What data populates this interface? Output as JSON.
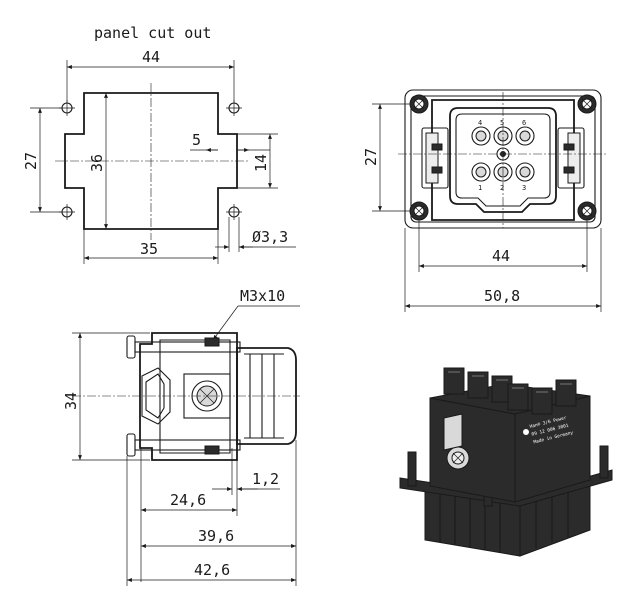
{
  "title": "panel cut out",
  "cutout": {
    "width": "44",
    "height_outer": "27",
    "height_inner": "36",
    "offset": "5",
    "slot": "14",
    "bottom": "35",
    "hole": "Ø3,3"
  },
  "front": {
    "height": "27",
    "inner_width": "44",
    "outer_width": "50,8",
    "pins_top": [
      "4",
      "5",
      "6"
    ],
    "pins_bottom": [
      "1",
      "2",
      "3"
    ]
  },
  "side": {
    "screw": "M3x10",
    "height": "34",
    "d1": "1,2",
    "d2": "24,6",
    "d3": "39,6",
    "d4": "42,6"
  },
  "photo": {
    "labels": [
      "Han® 3/6 Power",
      "09 12 006 3001",
      "Made in Germany"
    ]
  },
  "colors": {
    "line": "#1a1a1a",
    "body": "#2b2b2b",
    "contact": "#d9d9d9"
  }
}
